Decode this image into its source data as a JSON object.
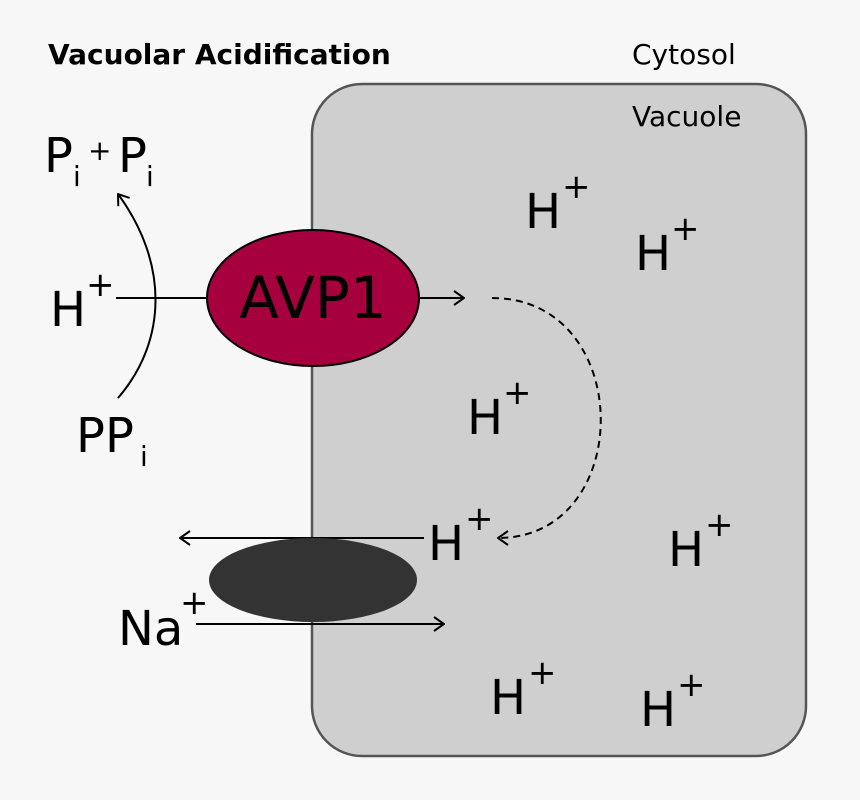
{
  "title": "Vacuolar Acidification",
  "labels": {
    "cytosol": "Cytosol",
    "vacuole": "Vacuole",
    "pump": "AVP1",
    "p": "P",
    "i": "i",
    "plus": "+",
    "pp": "PP",
    "h": "H",
    "na": "Na"
  },
  "colors": {
    "title": "#a6003f",
    "avp1": "#a6003f",
    "antiporter": "#333333",
    "vacuole_fill": "#cfcfcf",
    "vacuole_stroke": "#555555",
    "background": "#f7f7f7"
  }
}
